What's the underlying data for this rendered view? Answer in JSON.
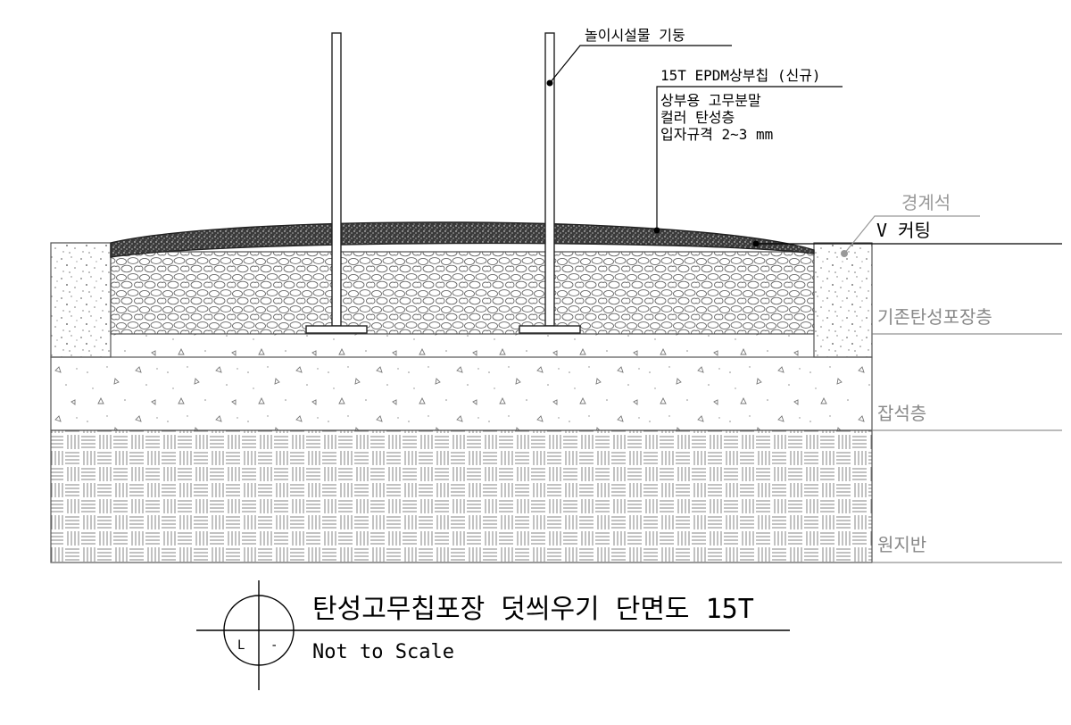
{
  "labels": {
    "post": "놀이시설물 기둥",
    "epdm_title": "15T EPDM상부칩 (신규)",
    "epdm_desc": [
      "상부용 고무분말",
      "컬러 탄성층",
      "입자규격 2~3 mm"
    ],
    "curb": "경계석",
    "v_cut": "V 커팅",
    "existing_layer": "기존탄성포장층",
    "gravel_layer": "잡석층",
    "subgrade": "원지반"
  },
  "title_block": {
    "title": "탄성고무칩포장 덧씌우기 단면도 15T",
    "scale": "Not to Scale",
    "symbol_left": "L",
    "symbol_right": "-"
  }
}
